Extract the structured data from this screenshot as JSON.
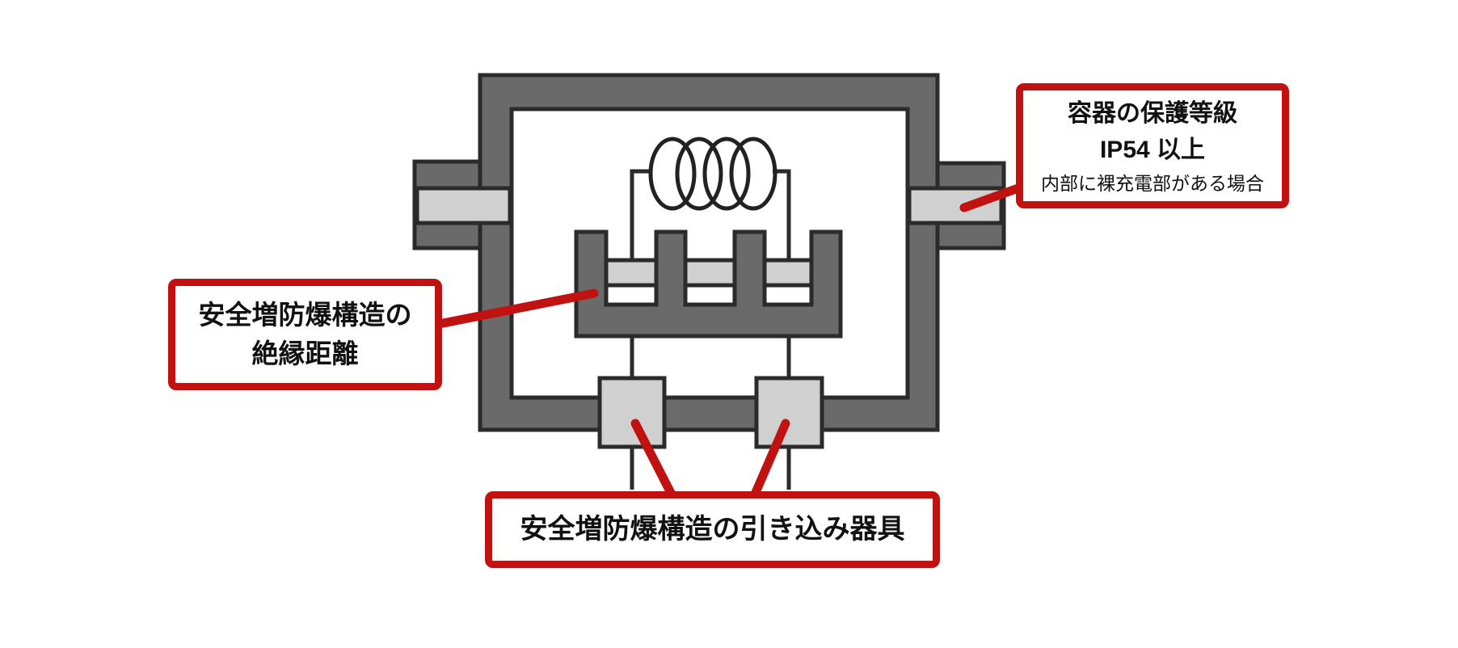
{
  "colors": {
    "metal": "#6a6a6a",
    "insulator": "#d0d0d0",
    "outline": "#2b2b2b",
    "callout": "#c21111",
    "background": "#ffffff"
  },
  "callouts": {
    "protection_rating": {
      "title_line1": "容器の保護等級",
      "title_line2": "IP54 以上",
      "note": "内部に裸充電部がある場合"
    },
    "insulation_distance": {
      "title_line1": "安全増防爆構造の",
      "title_line2": "絶縁距離"
    },
    "entry_device": {
      "title": "安全増防爆構造の引き込み器具"
    }
  }
}
